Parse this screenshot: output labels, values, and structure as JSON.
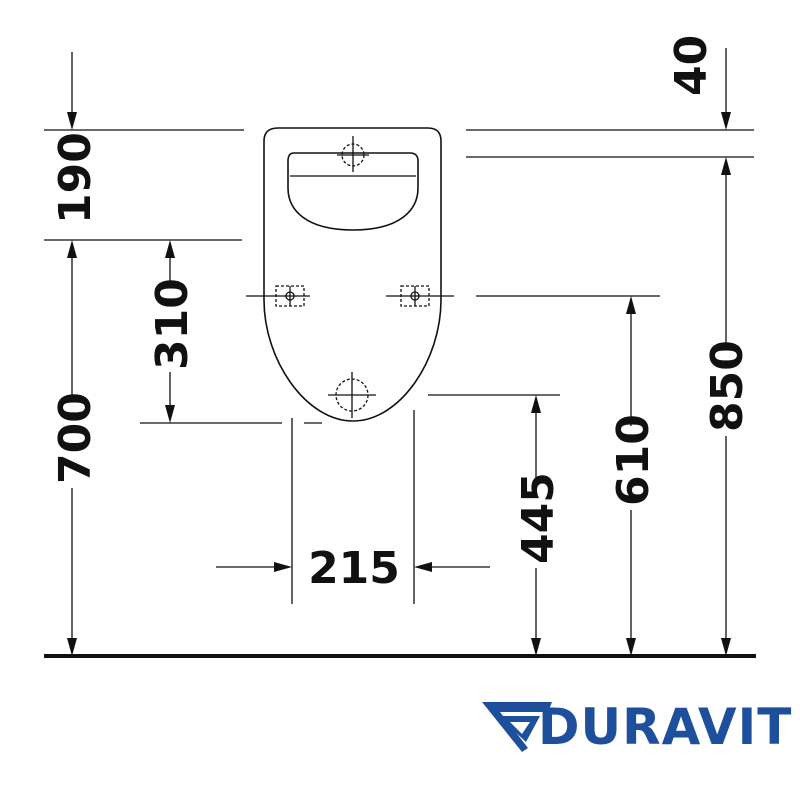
{
  "dimensions": {
    "overflow_rim": "40",
    "rim_depth": "190",
    "upper_fixing_spacing": "310",
    "lower_edge_height": "700",
    "outlet_width": "215",
    "outlet_height": "445",
    "fixing_height": "610",
    "total_height": "850"
  },
  "brand": {
    "name": "DURAVIT",
    "color": "#1d4f9c"
  },
  "icons": [
    "fixing-point-icon",
    "inlet-icon",
    "outlet-icon",
    "duravit-logo-icon"
  ]
}
